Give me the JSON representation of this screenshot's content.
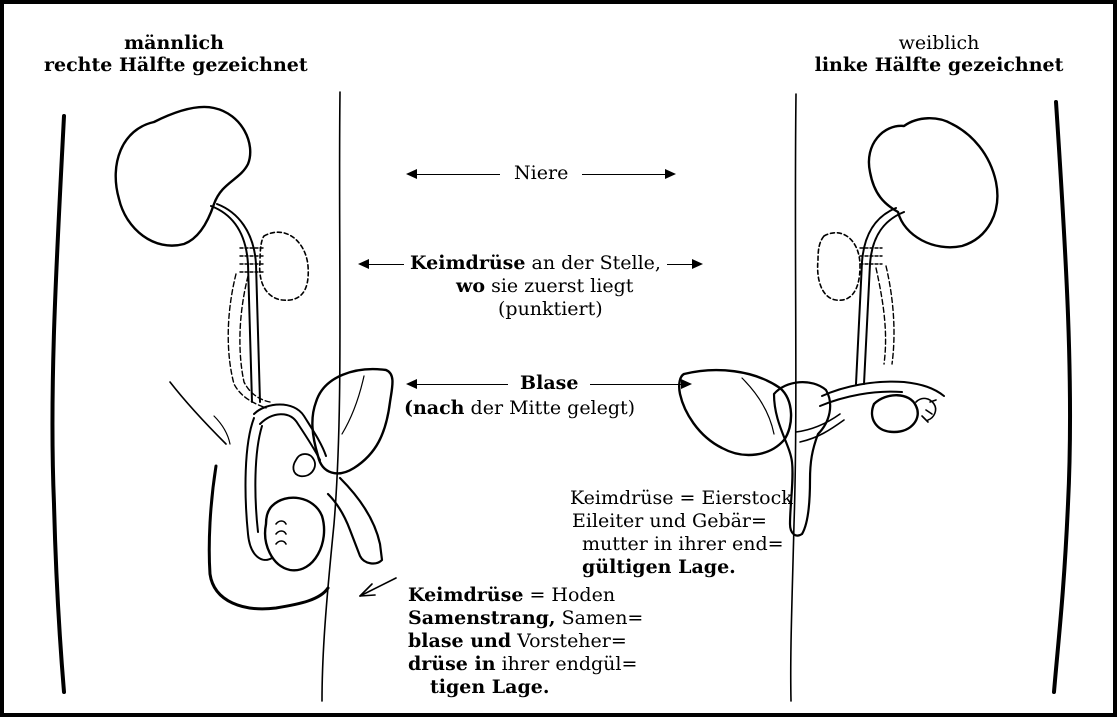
{
  "headings": {
    "male_line1": "männlich",
    "male_line2": "rechte Hälfte gezeichnet",
    "female_line1": "weiblich",
    "female_line2": "linke Hälfte gezeichnet"
  },
  "center_labels": {
    "niere": "Niere",
    "keimdruese_a": "Keimdrüse",
    "keimdruese_b": " an der Stelle,",
    "wo_a": "wo",
    "wo_b": " sie zuerst liegt",
    "punktiert": "(punktiert)",
    "blase": "Blase",
    "nach_a": "(nach",
    "nach_b": " der Mitte gelegt)"
  },
  "female_caption": {
    "line1": "Keimdrüse = Eierstock",
    "line2": "Eileiter und Gebär=",
    "line3": "mutter in ihrer end=",
    "line4": "gültigen Lage."
  },
  "male_caption": {
    "l1a": "Keimdrüse",
    "l1b": " = Hoden",
    "l2a": "Samenstrang,",
    "l2b": " Samen=",
    "l3a": "blase und",
    "l3b": " Vorsteher=",
    "l4a": "drüse in",
    "l4b": " ihrer endgül=",
    "l5": "tigen Lage."
  },
  "colors": {
    "ink": "#000000",
    "paper": "#ffffff"
  }
}
